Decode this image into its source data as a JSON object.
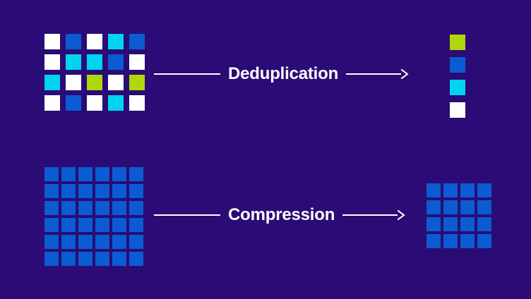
{
  "background_color": "#2B0B75",
  "palette": {
    "white": "#FFFFFF",
    "blue": "#0B5BD3",
    "cyan": "#00D4F0",
    "lime": "#AFD80A"
  },
  "diagram": {
    "type": "data-reduction-concept",
    "rows": [
      {
        "id": "deduplication",
        "label": "Deduplication",
        "source": {
          "name": "mixed-block-grid",
          "columns": 5,
          "rows": 4,
          "count": 20,
          "tiles": [
            "white",
            "blue",
            "white",
            "cyan",
            "blue",
            "white",
            "cyan",
            "cyan",
            "blue",
            "white",
            "cyan",
            "white",
            "lime",
            "white",
            "lime",
            "white",
            "blue",
            "white",
            "cyan",
            "white"
          ]
        },
        "result": {
          "name": "unique-block-column",
          "columns": 1,
          "rows": 4,
          "count": 4,
          "tiles": [
            "lime",
            "blue",
            "cyan",
            "white"
          ]
        }
      },
      {
        "id": "compression",
        "label": "Compression",
        "source": {
          "name": "uniform-block-grid",
          "columns": 6,
          "rows": 6,
          "count": 36,
          "tiles": [
            "blue",
            "blue",
            "blue",
            "blue",
            "blue",
            "blue",
            "blue",
            "blue",
            "blue",
            "blue",
            "blue",
            "blue",
            "blue",
            "blue",
            "blue",
            "blue",
            "blue",
            "blue",
            "blue",
            "blue",
            "blue",
            "blue",
            "blue",
            "blue",
            "blue",
            "blue",
            "blue",
            "blue",
            "blue",
            "blue",
            "blue",
            "blue",
            "blue",
            "blue",
            "blue",
            "blue"
          ]
        },
        "result": {
          "name": "compressed-block-grid",
          "columns": 4,
          "rows": 4,
          "count": 16,
          "tiles": [
            "blue",
            "blue",
            "blue",
            "blue",
            "blue",
            "blue",
            "blue",
            "blue",
            "blue",
            "blue",
            "blue",
            "blue",
            "blue",
            "blue",
            "blue",
            "blue"
          ]
        }
      }
    ]
  }
}
